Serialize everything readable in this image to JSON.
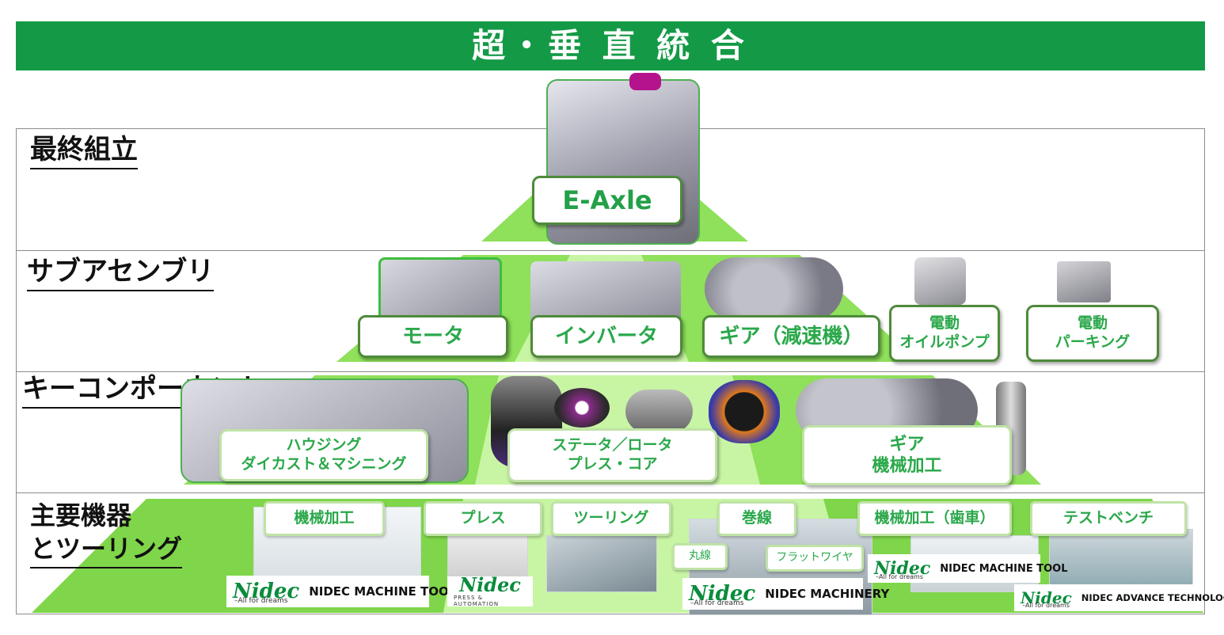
{
  "title": "超・垂 直 統 合",
  "tiers": {
    "final": "最終組立",
    "subassembly": "サブアセンブリ",
    "key": "キーコンポーネント",
    "equipment_1": "主要機器",
    "equipment_2": "とツーリング"
  },
  "final": {
    "product": "E-Axle"
  },
  "subassembly": {
    "motor": "モータ",
    "inverter": "インバータ",
    "gear": "ギア（減速機）",
    "oilpump_1": "電動",
    "oilpump_2": "オイルポンプ",
    "parking_1": "電動",
    "parking_2": "パーキング"
  },
  "key": {
    "housing_1": "ハウジング",
    "housing_2": "ダイカスト＆マシニング",
    "stator_1": "ステータ／ロータ",
    "stator_2": "プレス・コア",
    "gear_1": "ギア",
    "gear_2": "機械加工"
  },
  "equipment": {
    "machining": "機械加工",
    "press": "プレス",
    "tooling": "ツーリング",
    "winding": "巻線",
    "round_wire": "丸線",
    "flat_wire": "フラットワイヤ",
    "gear_machining": "機械加工（歯車）",
    "test_bench": "テストベンチ"
  },
  "logos": {
    "mark": "Nidec",
    "tagline": "–All for dreams",
    "machine_tool": "NIDEC MACHINE TOOL",
    "press_automation": "PRESS & AUTOMATION",
    "machinery": "NIDEC MACHINERY",
    "advance_technology": "NIDEC ADVANCE TECHNOLOGY"
  },
  "colors": {
    "banner": "#149a46",
    "pyramid_light": "#c8f5a4",
    "pyramid_mid": "#8fe05a",
    "text_green": "#2aa84a"
  }
}
